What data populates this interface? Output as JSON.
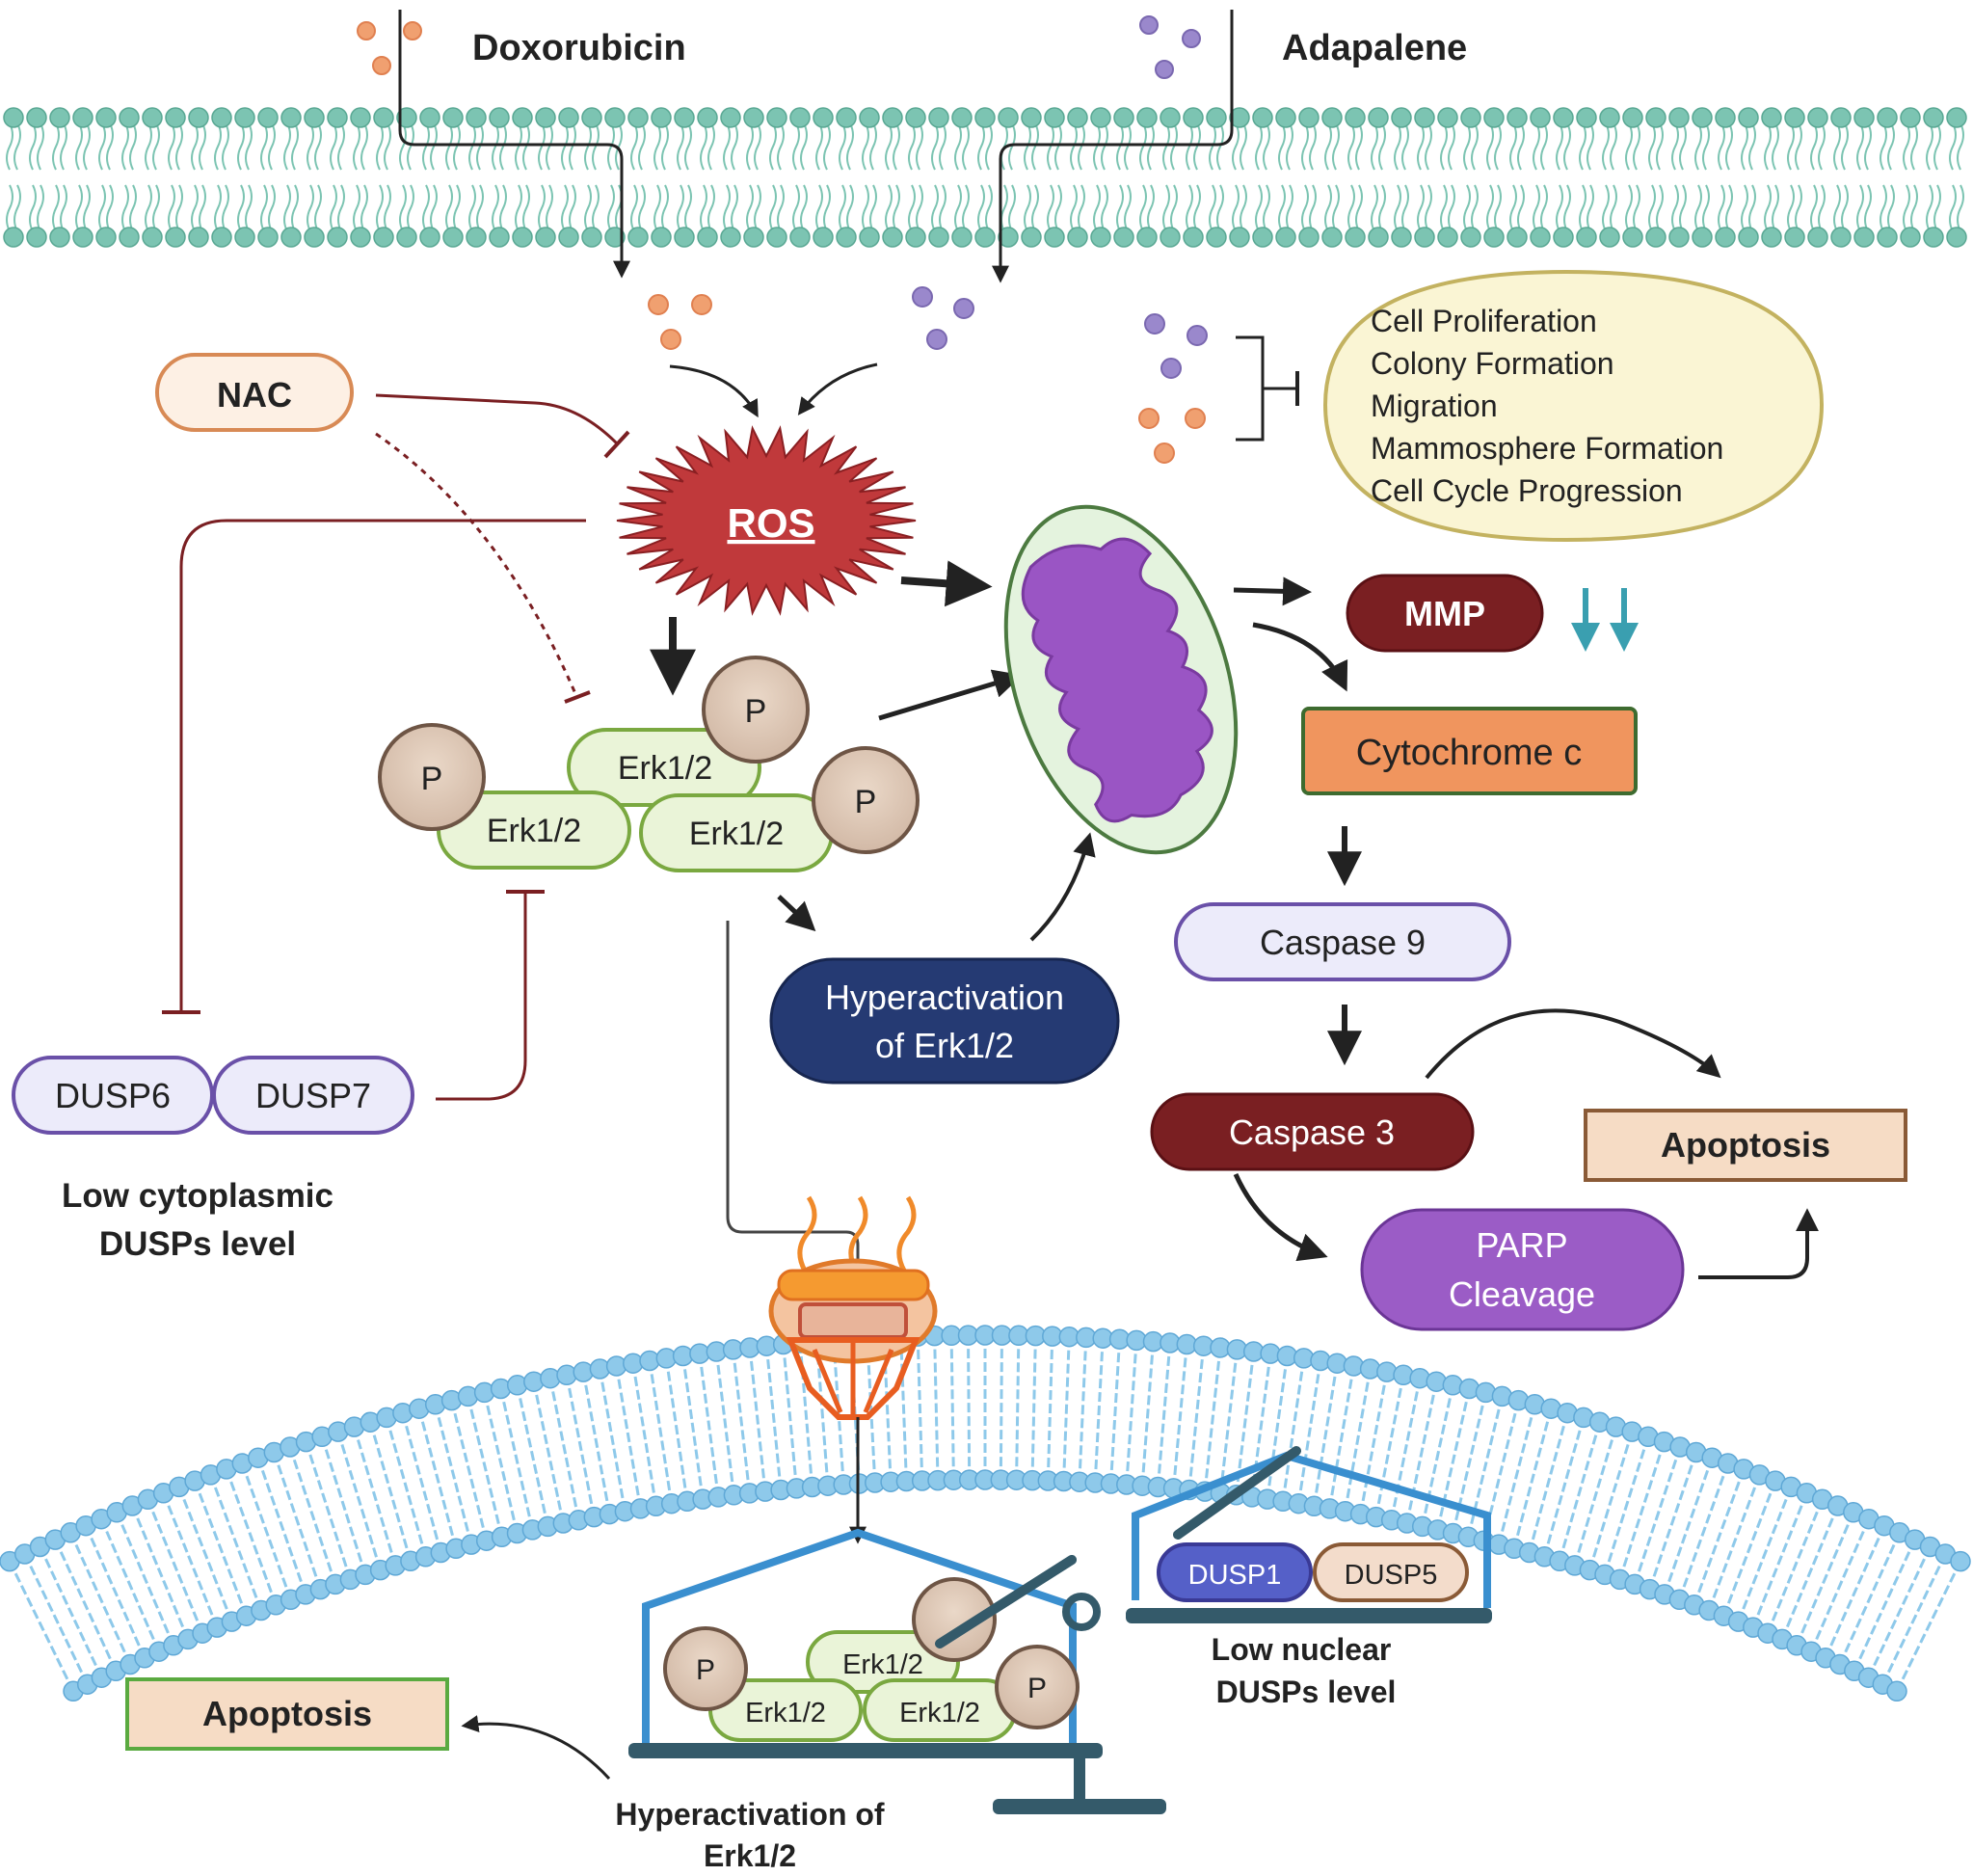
{
  "drugs": {
    "doxorubicin": "Doxorubicin",
    "adapalene": "Adapalene"
  },
  "inhibitors": {
    "nac": "NAC"
  },
  "ros": "ROS",
  "effects_box": {
    "items": [
      "Cell Proliferation",
      "Colony Formation",
      "Migration",
      "Mammosphere Formation",
      "Cell Cycle Progression"
    ]
  },
  "erk_complex": {
    "erk_label": "Erk1/2",
    "phospho_label": "P"
  },
  "mitochondria": {
    "mmp": "MMP",
    "cytochrome": "Cytochrome c",
    "caspase9": "Caspase 9",
    "caspase3": "Caspase 3",
    "parp": [
      "PARP",
      "Cleavage"
    ],
    "apoptosis": "Apoptosis"
  },
  "hyperactivation_cyto": [
    "Hyperactivation",
    "of Erk1/2"
  ],
  "cytoplasmic_dusps": {
    "dusp6": "DUSP6",
    "dusp7": "DUSP7",
    "caption": [
      "Low cytoplasmic",
      "DUSPs level"
    ]
  },
  "nuclear": {
    "dusp1": "DUSP1",
    "dusp5": "DUSP5",
    "dusps_caption": [
      "Low nuclear",
      "DUSPs level"
    ],
    "hyper_caption": [
      "Hyperactivation of",
      "Erk1/2"
    ],
    "apoptosis": "Apoptosis"
  },
  "colors": {
    "membrane_top": "#7cc4b2",
    "membrane_nuclear": "#8ec9ea",
    "ros": "#c0393b",
    "inhibit": "#7a1f22",
    "doxorubicin_dot": "#f0a070",
    "adapalene_dot": "#9a88cc",
    "mito": "#9a55c4",
    "navy": "#253a73"
  }
}
